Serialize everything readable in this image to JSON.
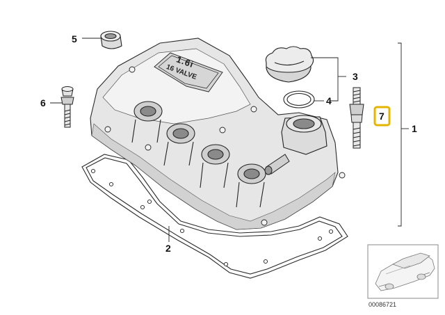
{
  "callouts": {
    "c1": "1",
    "c2": "2",
    "c3": "3",
    "c4": "4",
    "c5": "5",
    "c6": "6",
    "c7": "7"
  },
  "cover_text": {
    "line1": "1.6i",
    "line2": "16 VALVE"
  },
  "thumbnail": {
    "ref_number": "00086721"
  },
  "colors": {
    "highlight": "#e3b400",
    "cover_fill": "#e8e8e8",
    "line": "#222222"
  }
}
